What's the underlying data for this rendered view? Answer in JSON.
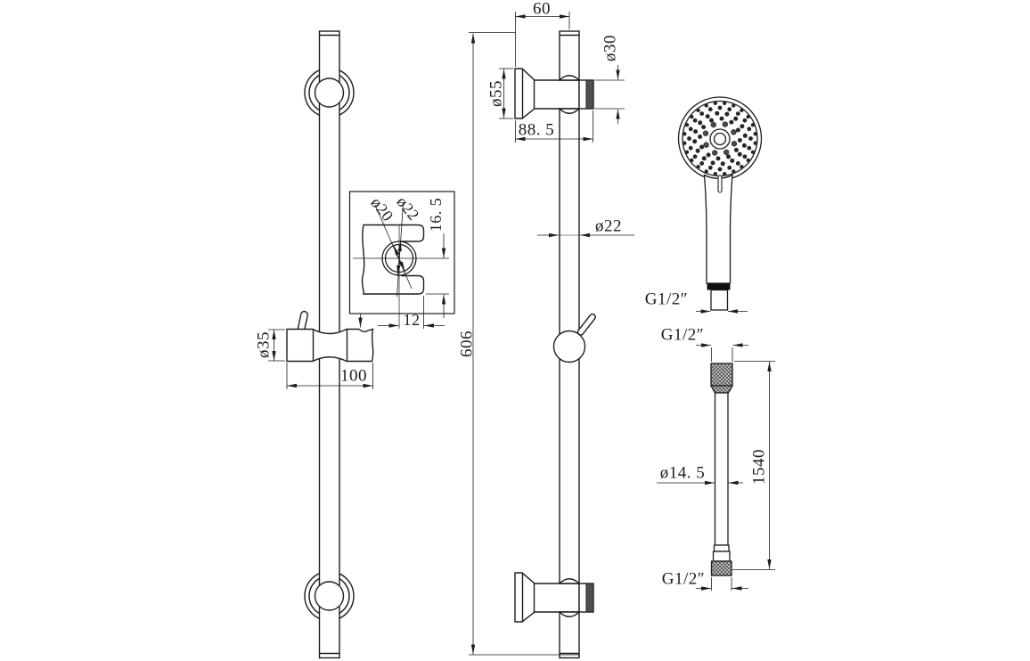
{
  "drawing": {
    "title_hint": "shower riser rail kit technical drawing",
    "background": "#ffffff",
    "line_color": "#1d1d1d",
    "clamp_color": "#4f4f4f",
    "views": {
      "front_view": {
        "dims": {
          "holder_diameter": "ø35",
          "holder_length": "100"
        }
      },
      "holder_detail": {
        "dims": {
          "inner_diameter": "ø20",
          "outer_diameter": "ø22",
          "center_offset": "16. 5",
          "slot_width": "12"
        }
      },
      "side_view": {
        "dims": {
          "wall_offset": "60",
          "bracket_arm_diameter": "ø30",
          "flange_diameter": "ø55",
          "bracket_depth": "88. 5",
          "rail_diameter": "ø22",
          "rail_length": "606"
        }
      },
      "handset": {
        "dims": {
          "connector_thread": "G1/2″"
        }
      },
      "hose": {
        "dims": {
          "top_thread": "G1/2″",
          "bottom_thread": "G1/2″",
          "hose_diameter": "ø14. 5",
          "hose_length": "1540"
        }
      }
    }
  }
}
